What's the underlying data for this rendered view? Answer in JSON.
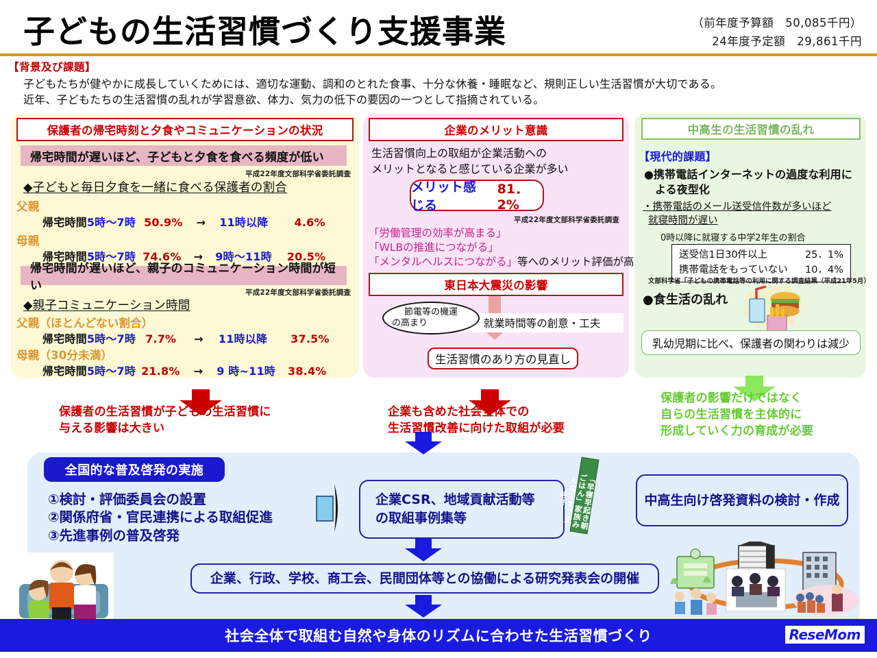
{
  "header": {
    "title": "子どもの生活習慣づくり支援事業",
    "budget_prev": "（前年度予算額　50,085千円）",
    "budget_next": "24年度予定額　29,861千円"
  },
  "background": {
    "label": "【背景及び課題】",
    "line1": "子どもたちが健やかに成長していくためには、適切な運動、調和のとれた食事、十分な休養・睡眠など、規則正しい生活習慣が大切である。",
    "line2": "近年、子どもたちの生活習慣の乱れが学習意欲、体力、気力の低下の要因の一つとして指摘されている。"
  },
  "left_panel": {
    "header": "保護者の帰宅時刻と夕食やコミュニケーションの状況",
    "sub1": "帰宅時間が遅いほど、子どもと夕食を食べる頻度が低い",
    "source1": "平成22年度文部科学省委託調査",
    "bullet1": "◆子どもと毎日夕食を一緒に食べる保護者の割合",
    "father_label_1": "父親",
    "mother_label_1": "母親",
    "f1_prefix": "帰宅時間",
    "f1_time_a": "5時～7時",
    "f1_val_a": "50.9%",
    "f1_arrow": "→",
    "f1_time_b": "11時以降",
    "f1_val_b": "4.6%",
    "m1_prefix": "帰宅時間",
    "m1_time_a": "5時～7時",
    "m1_val_a": "74.6%",
    "m1_arrow": "→",
    "m1_time_b": "9時～11時",
    "m1_val_b": "20.5%",
    "sub2": "帰宅時間が遅いほど、親子のコミュニケーション時間が短い",
    "source2": "平成22年度文部科学省委託調査",
    "bullet2": "◆親子コミュニケーション時間",
    "father_label_2": "父親（ほとんどない割合）",
    "mother_label_2": "母親（30分未満）",
    "f2_prefix": "帰宅時間",
    "f2_time_a": "5時～7時",
    "f2_val_a": "7.7%",
    "f2_arrow": "→",
    "f2_time_b": "11時以降",
    "f2_val_b": "37.5%",
    "m2_prefix": "帰宅時間",
    "m2_time_a": "5時～7時",
    "m2_val_a": "21.8%",
    "m2_arrow": "→",
    "m2_time_b": "9 時~11時",
    "m2_val_b": "38.4%"
  },
  "center_panel": {
    "header": "企業のメリット意識",
    "lead1": "生活習慣向上の取組が企業活動への",
    "lead2": "メリットとなると感じている企業が多い",
    "merit_label": "メリット感じる",
    "merit_value": "81．2%",
    "source": "平成22年度文部科学省委託調査",
    "quote1": "「労働管理の効率が高まる」",
    "quote2": "「WLBの推進につながる」",
    "quote3": "「メンタルヘルスにつながる」",
    "quote3_tail": "等へのメリット評価が高い。",
    "quake_header": "東日本大震災の影響",
    "callout_l1": "節電等の機運",
    "callout_l2": "の高まり",
    "flat_text": "就業時間等の創意・工夫",
    "review_box": "生活習慣のあり方の見直し"
  },
  "right_panel": {
    "header": "中高生の生活習慣の乱れ",
    "modern_label": "【現代的課題】",
    "bullet1_l1": "●携帯電話インターネットの過度な利用に",
    "bullet1_l2": "よる夜型化",
    "sub1_l1": "・携帯電話のメール送受信件数が多いほど",
    "sub1_l2": "就寝時間が遅い",
    "table_caption": "0時以降に就寝する中学2年生の割合",
    "table_rows": [
      {
        "label": "送受信1日30件以上",
        "value": "25．1%"
      },
      {
        "label": "携帯電話をもっていない",
        "value": "10．4%"
      }
    ],
    "footnote": "文部科学省「子どもの携帯電話等の利用に関する調査結果（平成21年5月）",
    "bullet2": "●食生活の乱れ",
    "green_box": "乳幼児期に比べ、保護者の関わりは減少"
  },
  "conclusions": {
    "left_l1": "保護者の生活習慣が子どもの生活習慣に",
    "left_l2": "与える影響は大きい",
    "center_l1": "企業も含めた社会全体での",
    "center_l2": "生活習慣改善に向けた取組が必要",
    "right_l1": "保護者の影響だけではなく",
    "right_l2": "自らの生活習慣を主体的に",
    "right_l3": "形成していく力の育成が必要"
  },
  "actions": {
    "tag": "全国的な普及啓発の実施",
    "item1": "①検討・評価委員会の設置",
    "item2": "②関係府省・官民連携による取組促進",
    "item3": "③先進事例の普及啓発",
    "csr_l1": "企業CSR、地域貢献活動等",
    "csr_l2": "の取組事例集等",
    "banner_text": "「早寝早起き朝ごはん」家族みんなでエコ生活！",
    "student_box": "中高生向け啓発資料の検討・作成",
    "joint_box": "企業、行政、学校、商工会、民間団体等との協働による研究発表会の開催",
    "bottom_bar": "社会全体で取組む自然や身体のリズムに合わせた生活習慣づくり",
    "watermark": "ReseMom"
  },
  "colors": {
    "accent_orange": "#d79525",
    "red": "#cc0000",
    "blue": "#1a1ad0",
    "green": "#7ab85f",
    "panel_yellow": "#fcf9d4",
    "panel_pink": "#f9e3f7",
    "panel_green": "#e9f7e2",
    "action_blue": "#e3eefb"
  }
}
